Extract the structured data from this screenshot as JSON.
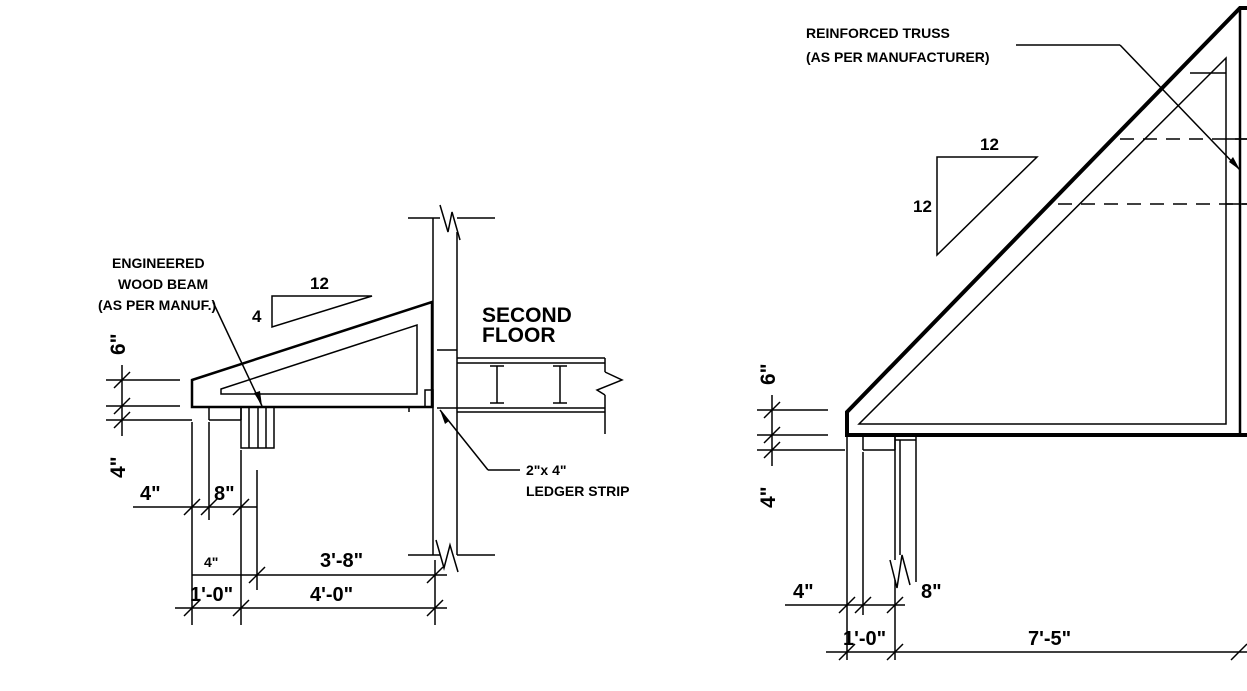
{
  "left_detail": {
    "beam_note": [
      "ENGINEERED",
      "WOOD BEAM",
      "(AS PER MANUF.)"
    ],
    "slope": {
      "run": "12",
      "rise": "4"
    },
    "floor_label": [
      "SECOND",
      "FLOOR"
    ],
    "ledger_note": [
      "2\"x 4\"",
      "LEDGER STRIP"
    ],
    "dims": {
      "fascia": "6\"",
      "soffit": "4\"",
      "overhang_a": "4\"",
      "beam_width": "8\"",
      "offset_small": "4\"",
      "span_inner": "3'-8\"",
      "overhang_total": "1'-0\"",
      "span_total": "4'-0\""
    }
  },
  "right_detail": {
    "truss_note": [
      "REINFORCED TRUSS",
      "(AS PER MANUFACTURER)"
    ],
    "slope": {
      "run": "12",
      "rise": "12"
    },
    "dims": {
      "fascia": "6\"",
      "soffit": "4\"",
      "overhang_a": "4\"",
      "post": "8\"",
      "overhang_total": "1'-0\"",
      "span_total": "7'-5\""
    }
  }
}
